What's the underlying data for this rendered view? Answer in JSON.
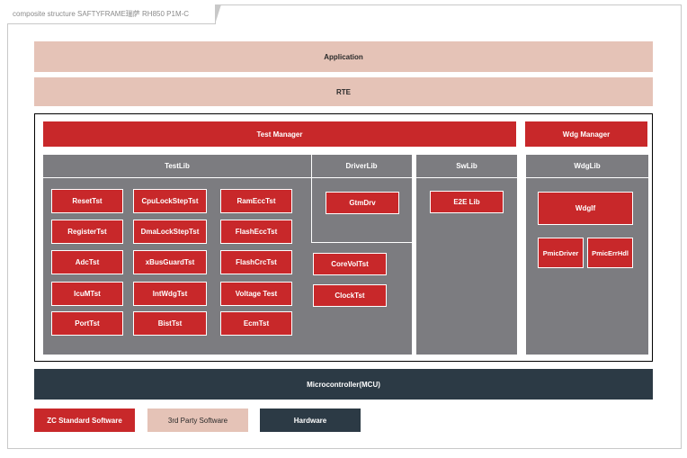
{
  "title": "composite structure SAFTYFRAME瑞萨 RH850 P1M-C",
  "layers": {
    "application": "Application",
    "rte": "RTE",
    "test_manager": "Test Manager",
    "wdg_manager": "Wdg Manager",
    "mcu": "Microcontroller(MCU)"
  },
  "testlib": {
    "title": "TestLib",
    "items": [
      "ResetTst",
      "CpuLockStepTst",
      "RamEccTst",
      "RegisterTst",
      "DmaLockStepTst",
      "FlashEccTst",
      "AdcTst",
      "xBusGuardTst",
      "FlashCrcTst",
      "IcuMTst",
      "IntWdgTst",
      "Voltage Test",
      "PortTst",
      "BistTst",
      "EcmTst"
    ],
    "extra_items": [
      "CoreVolTst",
      "ClockTst"
    ]
  },
  "driverlib": {
    "title": "DriverLib",
    "items": [
      "GtmDrv"
    ]
  },
  "swlib": {
    "title": "SwLib",
    "items": [
      "E2E Lib"
    ]
  },
  "wdglib": {
    "title": "WdgLib",
    "items": [
      "WdgIf",
      "PmicDriver",
      "PmicErrHdl"
    ]
  },
  "legend": [
    "ZC Standard Software",
    "3rd Party Software",
    "Hardware"
  ],
  "colors": {
    "zc_red": "#c8282a",
    "third_party_beige": "#e5c3b7",
    "hardware_dark": "#2c3a45",
    "panel_gray": "#7c7c80"
  }
}
